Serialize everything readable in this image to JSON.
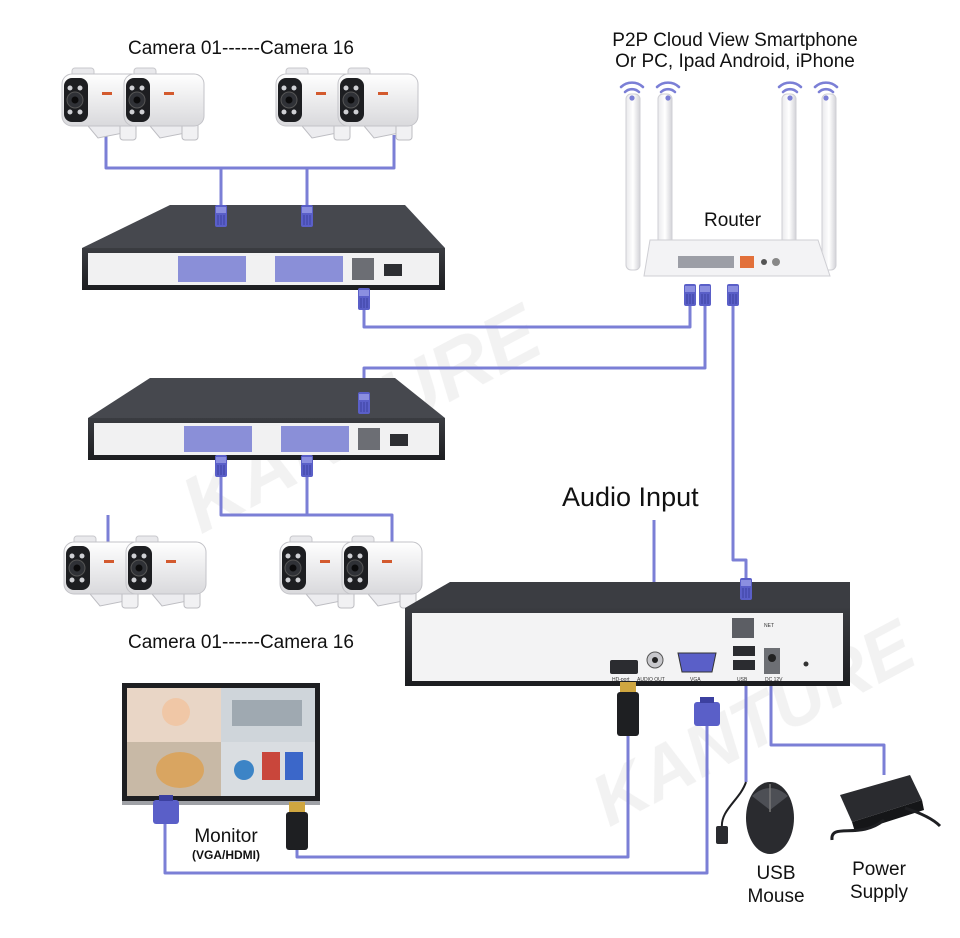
{
  "labels": {
    "cameras_top": "Camera 01------Camera 16",
    "cameras_bottom": "Camera 01------Camera 16",
    "cloud_line1": "P2P Cloud View Smartphone",
    "cloud_line2": "Or PC, Ipad Android, iPhone",
    "router": "Router",
    "audio_input": "Audio Input",
    "monitor": "Monitor",
    "monitor_sub": "(VGA/HDMI)",
    "usb_line1": "USB",
    "usb_line2": "Mouse",
    "power_line1": "Power",
    "power_line2": "Supply"
  },
  "nvr_ports": {
    "hdmi": "HD-port",
    "audio": "AUDIO OUT",
    "vga": "VGA",
    "usb": "USB",
    "net": "NET",
    "dc": "DC 12V"
  },
  "watermark": "KANTURE",
  "colors": {
    "cable": "#7b7fd6",
    "rj45": "#5a5fc8",
    "device_dark": "#2b2d31",
    "device_panel": "#f2f2f2",
    "switch_port": "#8a8fd8"
  }
}
